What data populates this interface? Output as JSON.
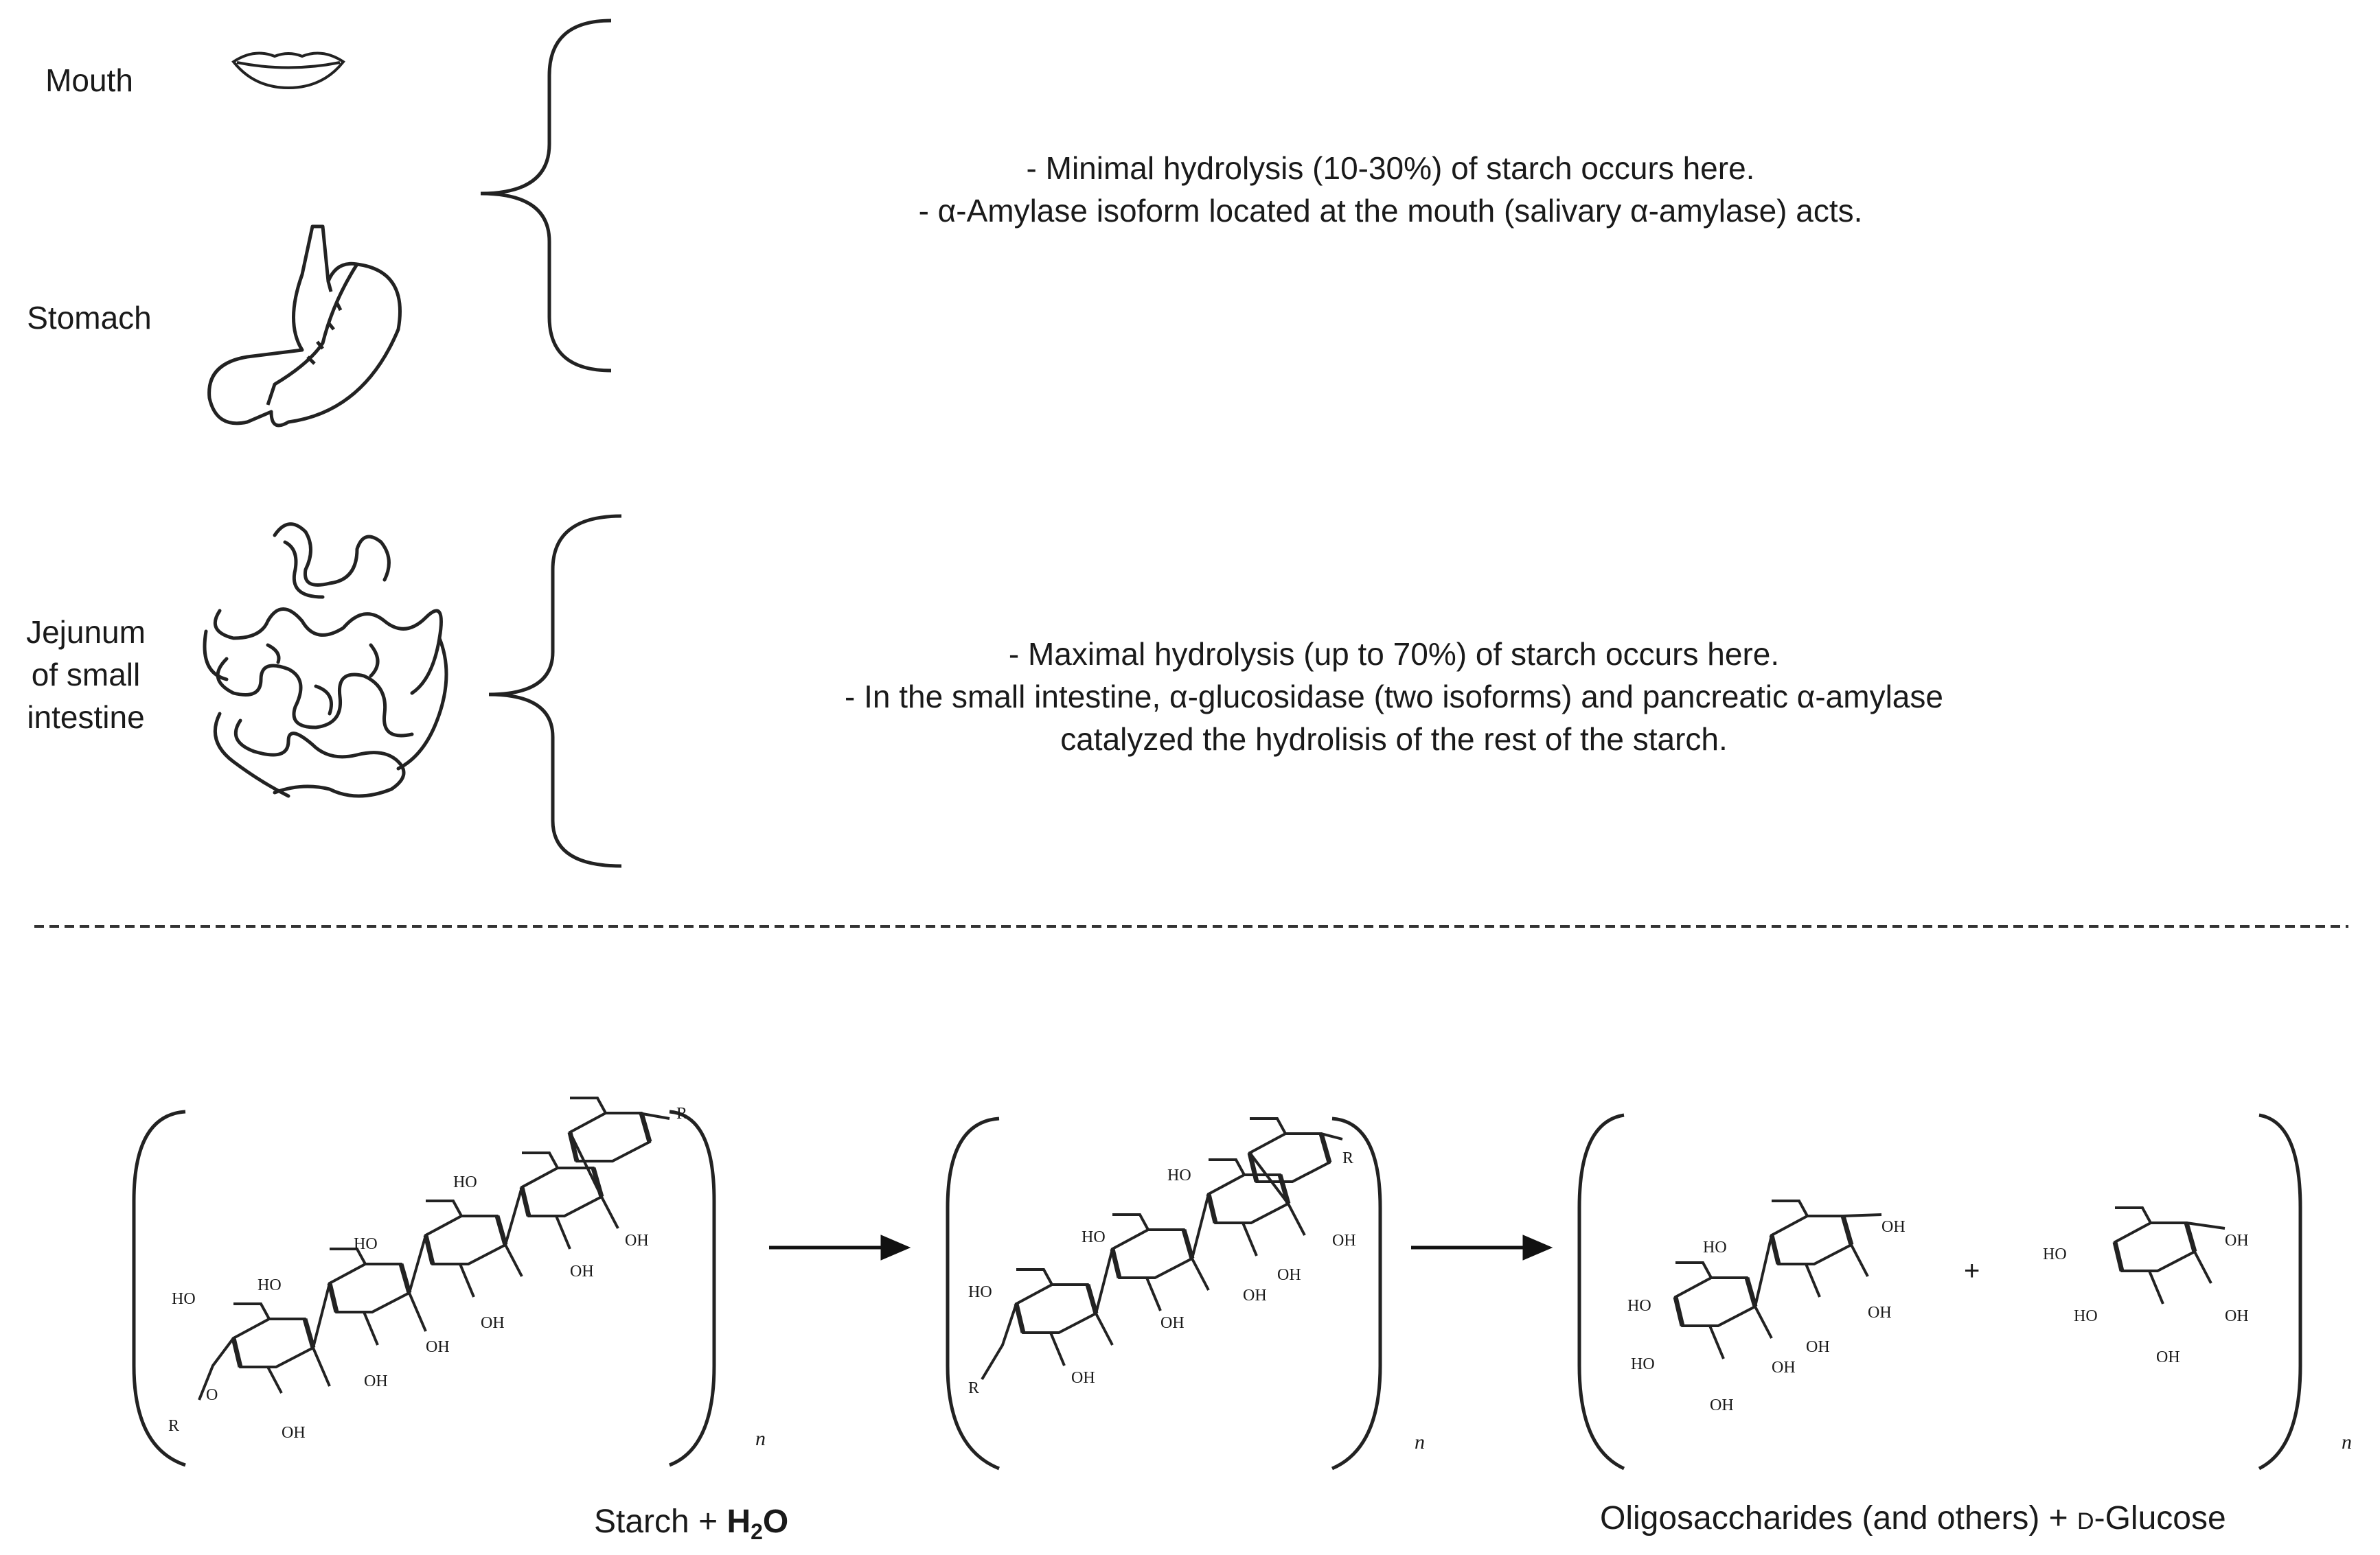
{
  "organs": {
    "mouth": "Mouth",
    "stomach": "Stomach",
    "jejunum": [
      "Jejunum",
      "of small",
      "intestine"
    ]
  },
  "upper_text": [
    "- Minimal  hydrolysis (10-30%) of starch occurs here.",
    "- α-Amylase isoform located at the mouth (salivary α-amylase) acts."
  ],
  "lower_text": [
    "- Maximal  hydrolysis (up to 70%) of starch occurs here.",
    "-  In  the small intestine,  α-glucosidase (two isoforms) and  pancreatic α-amylase",
    "catalyzed the hydrolisis of the rest of the starch."
  ],
  "reaction": {
    "left_caption": {
      "prefix": "Starch + ",
      "water": "H",
      "sub": "2",
      "o": "O"
    },
    "right_caption": {
      "prefix": "Oligosaccharides (and others) + ",
      "d": "D",
      "suffix": "-Glucose"
    },
    "repeat_index": "n"
  },
  "atom_labels": {
    "oh": "OH",
    "ho": "HO",
    "r": "R",
    "o": "O",
    "plus": "+"
  }
}
